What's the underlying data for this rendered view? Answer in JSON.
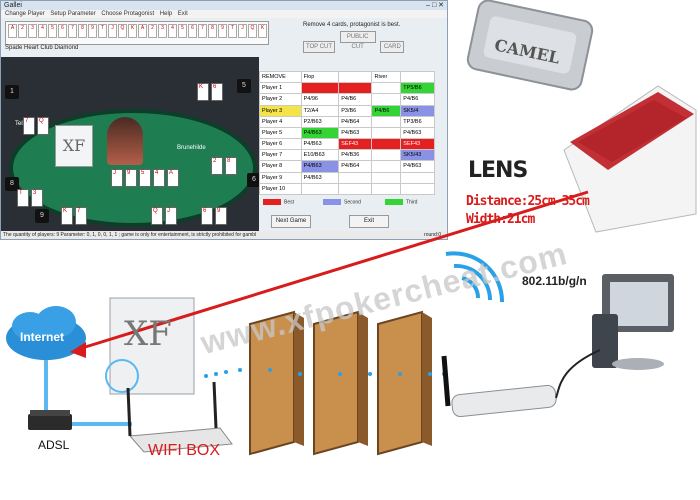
{
  "window": {
    "title": "Gallei",
    "menu": [
      "Change Player",
      "Setup Parameter",
      "Choose Protagonist",
      "Help",
      "Exit"
    ],
    "strip_row_label": "Spade Heart Club Diamond",
    "message": "Remove 4 cards, protagonist is best.",
    "buttons_top": [
      "TOP CUT",
      "PUBLIC CUT",
      "CARD"
    ],
    "table_label": "Tell",
    "player_name": "Brunehilde"
  },
  "grid": {
    "headers": [
      "REMOVE",
      "Flop",
      "",
      "River"
    ],
    "rows": [
      {
        "label": "Player 1",
        "cells": [
          "",
          "",
          "",
          "TP5/B6"
        ]
      },
      {
        "label": "Player 2",
        "cells": [
          "P4/96",
          "P4/B6",
          "",
          "P4/B6"
        ]
      },
      {
        "label": "Player 3",
        "cells": [
          "T2/A4",
          "P3/B6",
          "P4/B6",
          "SK5/4"
        ]
      },
      {
        "label": "Player 4",
        "cells": [
          "P2/B63",
          "P4/B64",
          "",
          "TP3/B6"
        ]
      },
      {
        "label": "Player 5",
        "cells": [
          "P4/B63",
          "P4/B63",
          "",
          "P4/B63"
        ]
      },
      {
        "label": "Player 6",
        "cells": [
          "P4/B63",
          "SEF43",
          "",
          "SEF43"
        ]
      },
      {
        "label": "Player 7",
        "cells": [
          "E10/B63",
          "P4/B36",
          "",
          "SK5/43"
        ]
      },
      {
        "label": "Player 8",
        "cells": [
          "P4/B63",
          "P4/B64",
          "",
          "P4/B63"
        ]
      },
      {
        "label": "Player 9",
        "cells": [
          "P4/B63",
          "",
          "",
          ""
        ]
      },
      {
        "label": "Player 10",
        "cells": [
          "",
          "",
          "",
          ""
        ]
      }
    ],
    "legend": [
      "Best",
      "Second",
      "Third"
    ],
    "button_next": "Next Game",
    "button_exit": "Exit"
  },
  "status": {
    "left": "The quantity of players: 9  Parameter: 0, 1, 0, 0, 1, 1 ; game is only for entertainment, is strictly prohibited for gambl",
    "right": "round:0"
  },
  "lens": {
    "title": "LENS",
    "distance": "Distance:25cm-35cm",
    "width": "Width:21cm",
    "lighter_brand": "CAMEL"
  },
  "network": {
    "internet": "Internet",
    "adsl": "ADSL",
    "wifi_box": "WIFI BOX",
    "wifi_standard": "802.11b/g/n",
    "xf_logo": "XF"
  },
  "watermark": "www.xfpokercheat.com",
  "colors": {
    "line": "#d81c1c",
    "wifi_label": "#d81c1c",
    "felt": "#1f7d52"
  }
}
